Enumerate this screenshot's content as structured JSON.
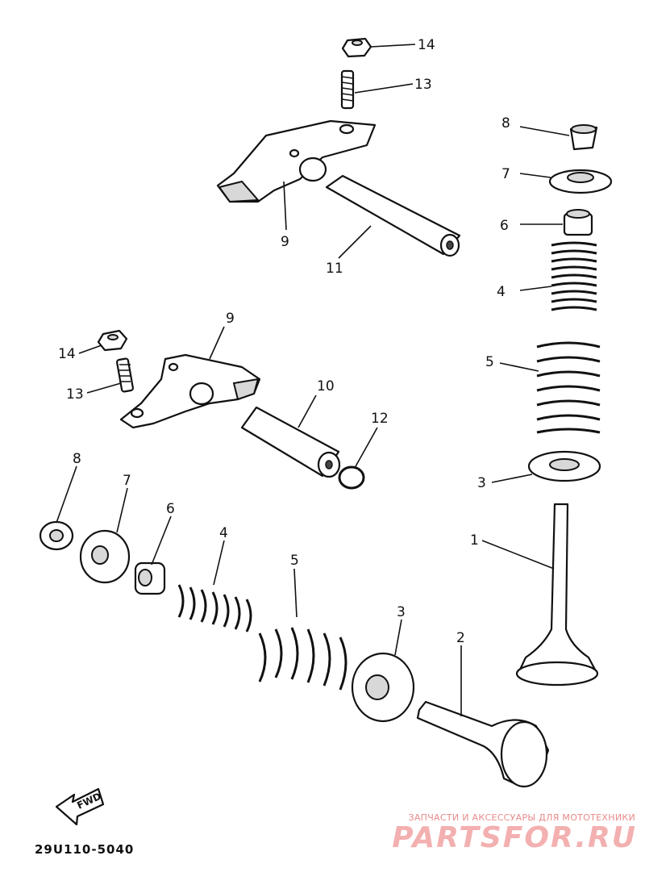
{
  "diagram": {
    "code": "29U110-5040",
    "fwd_label": "FWD",
    "callouts": {
      "c14_top": "14",
      "c13_top": "13",
      "c9_top": "9",
      "c11": "11",
      "c8_right": "8",
      "c7_right": "7",
      "c6_right": "6",
      "c4_right": "4",
      "c9_mid": "9",
      "c14_mid": "14",
      "c13_mid": "13",
      "c10": "10",
      "c12": "12",
      "c5_right": "5",
      "c3_right": "3",
      "c1": "1",
      "c8_left": "8",
      "c7_left": "7",
      "c6_left": "6",
      "c4_left": "4",
      "c5_left": "5",
      "c3_left": "3",
      "c2": "2"
    }
  },
  "watermark": {
    "subtitle": "ЗАПЧАСТИ И АКСЕССУАРЫ ДЛЯ МОТОТЕХНИКИ",
    "logo": "PARTSFOR.RU"
  },
  "colors": {
    "ink": "#111111",
    "watermark": "#f3b0b0"
  }
}
